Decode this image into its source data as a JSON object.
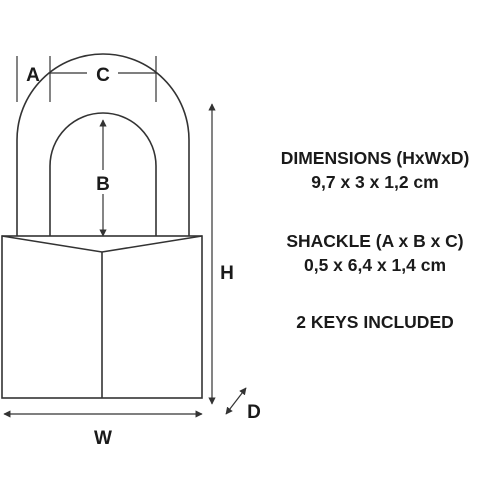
{
  "diagram": {
    "labels": {
      "a": "A",
      "c": "C",
      "b": "B",
      "h": "H",
      "w": "W",
      "d": "D"
    }
  },
  "specs": {
    "dimensions": {
      "heading": "DIMENSIONS (HxWxD)",
      "value": "9,7 x 3 x 1,2 cm"
    },
    "shackle": {
      "heading": "SHACKLE (A x B x C)",
      "value": "0,5 x 6,4 x 1,4 cm"
    },
    "keys": {
      "text": "2 KEYS INCLUDED"
    }
  },
  "colors": {
    "line": "#333333",
    "text": "#1a1a1a"
  }
}
